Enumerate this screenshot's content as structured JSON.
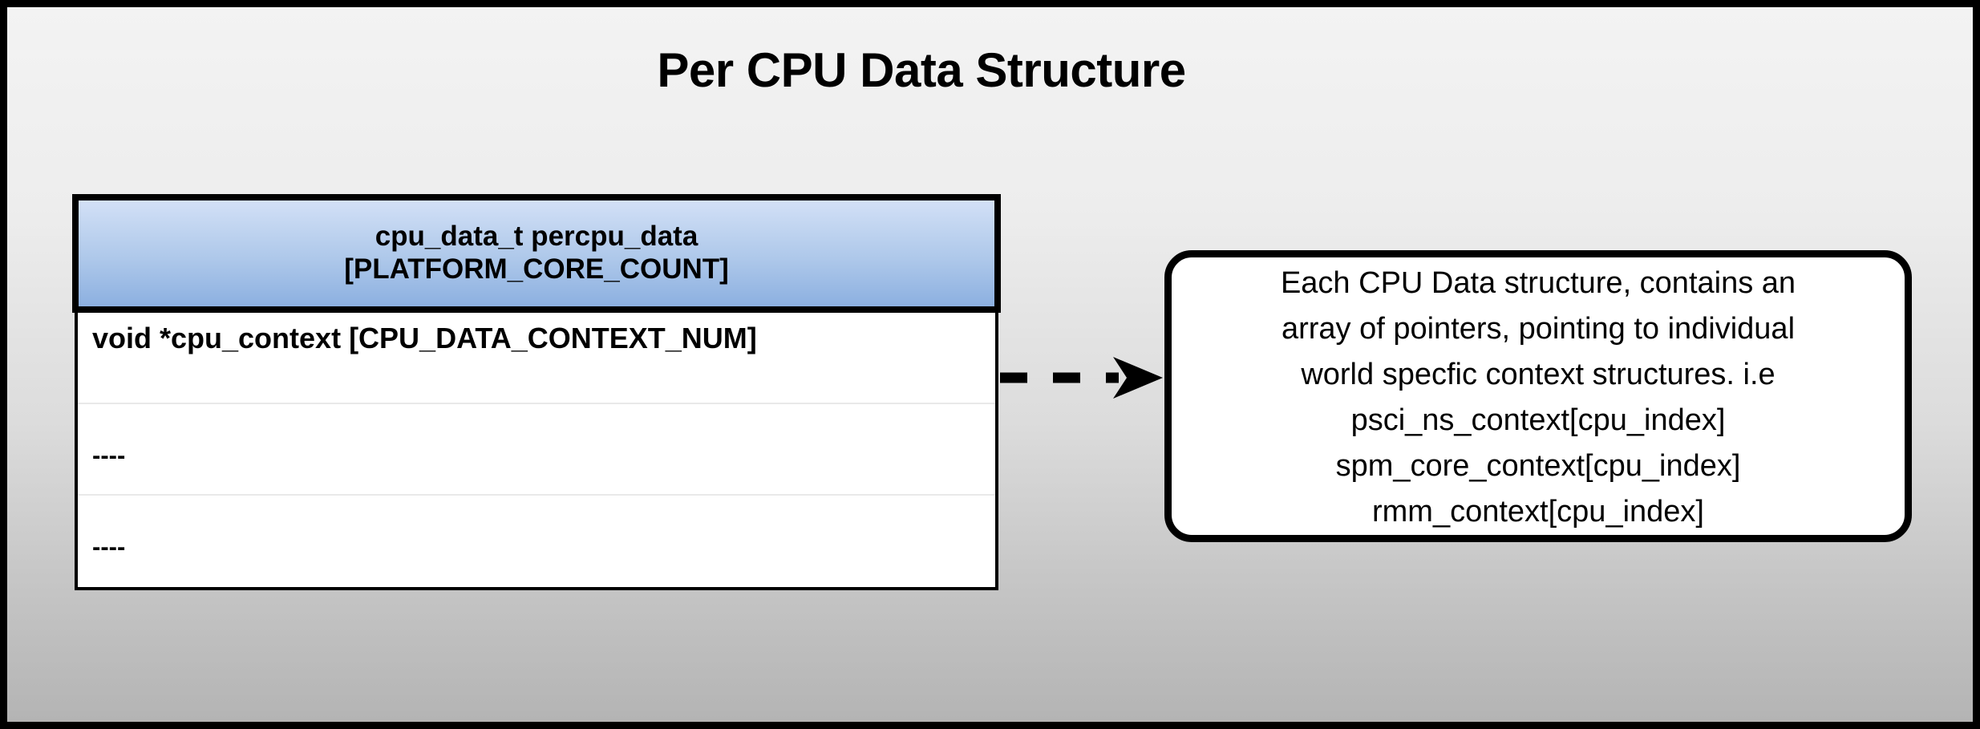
{
  "diagram": {
    "title": "Per CPU Data Structure",
    "background": {
      "gradient_from": "#f3f3f3",
      "gradient_to": "#b4b4b4",
      "border_color": "#000000"
    }
  },
  "struct_table": {
    "header": {
      "line1": "cpu_data_t percpu_data",
      "line2": "[PLATFORM_CORE_COUNT]",
      "gradient_from": "#d3e0f6",
      "gradient_to": "#8cb0e0"
    },
    "rows": [
      {
        "label": "void *cpu_context [CPU_DATA_CONTEXT_NUM]",
        "style": "field"
      },
      {
        "label": "----",
        "style": "dashes"
      },
      {
        "label": "----",
        "style": "dashes"
      }
    ]
  },
  "connector": {
    "icon": "dashed-arrow-right-icon",
    "style": "dashed",
    "direction": "right",
    "color": "#000000"
  },
  "callout": {
    "lines": [
      "Each CPU Data structure, contains an",
      "array of pointers, pointing to individual",
      "world specfic context structures. i.e",
      "psci_ns_context[cpu_index]",
      "spm_core_context[cpu_index]",
      "rmm_context[cpu_index]"
    ],
    "border_color": "#000000",
    "background": "#ffffff"
  }
}
